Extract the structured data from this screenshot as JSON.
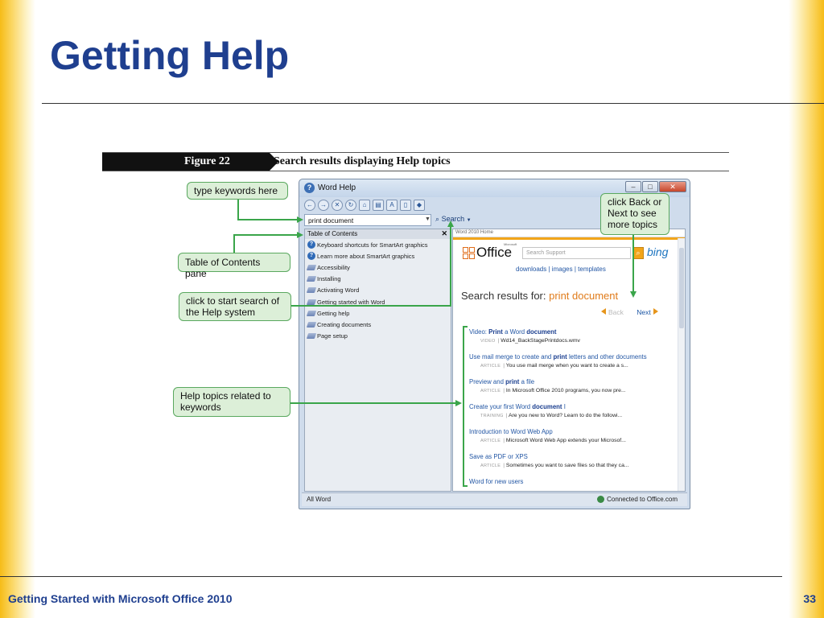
{
  "slide": {
    "title": "Getting Help",
    "footer": "Getting Started with Microsoft Office 2010",
    "page_number": "33"
  },
  "figure": {
    "tag": "Figure 22",
    "caption": "Search results displaying Help topics"
  },
  "window": {
    "title": "Word Help",
    "search_value": "print document",
    "search_label": "Search",
    "toc": {
      "header": "Table of Contents",
      "items": [
        {
          "label": "Keyboard shortcuts for SmartArt graphics",
          "icon": "help-topic-icon"
        },
        {
          "label": "Learn more about SmartArt graphics",
          "icon": "help-topic-icon"
        },
        {
          "label": "Accessibility",
          "icon": "book-icon"
        },
        {
          "label": "Installing",
          "icon": "book-icon"
        },
        {
          "label": "Activating Word",
          "icon": "book-icon"
        },
        {
          "label": "Getting started with Word",
          "icon": "book-icon"
        },
        {
          "label": "Getting help",
          "icon": "book-icon"
        },
        {
          "label": "Creating documents",
          "icon": "book-icon"
        },
        {
          "label": "Page setup",
          "icon": "book-icon"
        }
      ]
    },
    "content": {
      "breadcrumb": "Word 2010 Home",
      "office_logo": "Office",
      "office_logo_small": "Microsoft",
      "search_support_placeholder": "Search Support",
      "bing": "bing",
      "links": {
        "downloads": "downloads",
        "images": "images",
        "templates": "templates",
        "sep": "|"
      },
      "results_prefix": "Search results for:",
      "results_keyword": "print document",
      "back": "Back",
      "next": "Next",
      "results": [
        {
          "link_html_parts": [
            "Video: ",
            "Print",
            " a Word ",
            "document"
          ],
          "type": "VIDEO",
          "meta": "Wd14_BackStagePrintdocs.wmv"
        },
        {
          "link_html_parts": [
            "Use mail merge to create and ",
            "print",
            " letters and other documents",
            ""
          ],
          "type": "ARTICLE",
          "meta": "You use mail merge when you want to create a s..."
        },
        {
          "link_html_parts": [
            "Preview and ",
            "print",
            " a file",
            ""
          ],
          "type": "ARTICLE",
          "meta": "In Microsoft Office 2010 programs, you now pre..."
        },
        {
          "link_html_parts": [
            "Create your first Word ",
            "document",
            " I",
            ""
          ],
          "type": "TRAINING",
          "meta": "Are you new to Word? Learn to do the followi..."
        },
        {
          "link_html_parts": [
            "Introduction to Word Web App",
            "",
            "",
            ""
          ],
          "type": "ARTICLE",
          "meta": "Microsoft Word Web App extends your Microsof..."
        },
        {
          "link_html_parts": [
            "Save as PDF or XPS",
            "",
            "",
            ""
          ],
          "type": "ARTICLE",
          "meta": "Sometimes you want to save files so that they ca..."
        },
        {
          "link_html_parts": [
            "Word for new users",
            "",
            "",
            ""
          ],
          "type": "",
          "meta": ""
        }
      ]
    },
    "status": {
      "left": "All Word",
      "right": "Connected to Office.com"
    }
  },
  "callouts": {
    "keywords": "type keywords here",
    "toc": "Table of Contents pane",
    "start_search": "click to start search of the Help system",
    "topics": "Help topics related to keywords",
    "backnext": "click Back or Next to see more topics"
  },
  "colors": {
    "title": "#1f3f8f",
    "accent_orange": "#f2a51a",
    "callout_fill": "#dcefd8",
    "callout_border": "#5aa85f",
    "link": "#2256a4"
  }
}
